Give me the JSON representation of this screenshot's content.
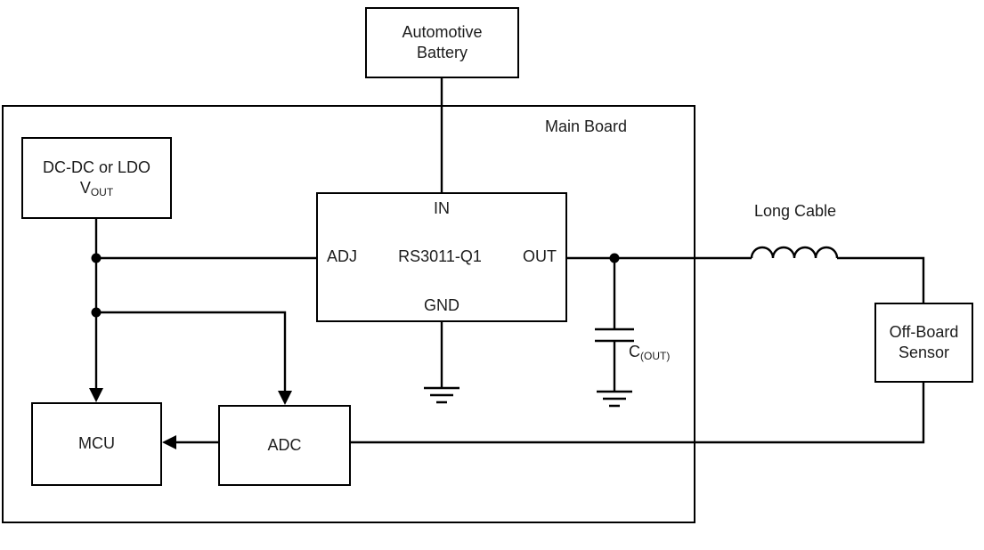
{
  "blocks": {
    "battery": {
      "line1": "Automotive",
      "line2": "Battery"
    },
    "main_board": {
      "label": "Main Board"
    },
    "dcdc": {
      "line1": "DC-DC or LDO",
      "v": "V",
      "v_sub": "OUT"
    },
    "regulator": {
      "pin_in": "IN",
      "pin_adj": "ADJ",
      "part": "RS3011-Q1",
      "pin_out": "OUT",
      "pin_gnd": "GND"
    },
    "mcu": {
      "label": "MCU"
    },
    "adc": {
      "label": "ADC"
    },
    "sensor": {
      "line1": "Off-Board",
      "line2": "Sensor"
    },
    "cable": {
      "label": "Long Cable"
    },
    "capacitor": {
      "c": "C",
      "c_sub": "(OUT)"
    }
  },
  "colors": {
    "line": "#000000",
    "background": "#ffffff",
    "text": "#1c1c1c"
  }
}
